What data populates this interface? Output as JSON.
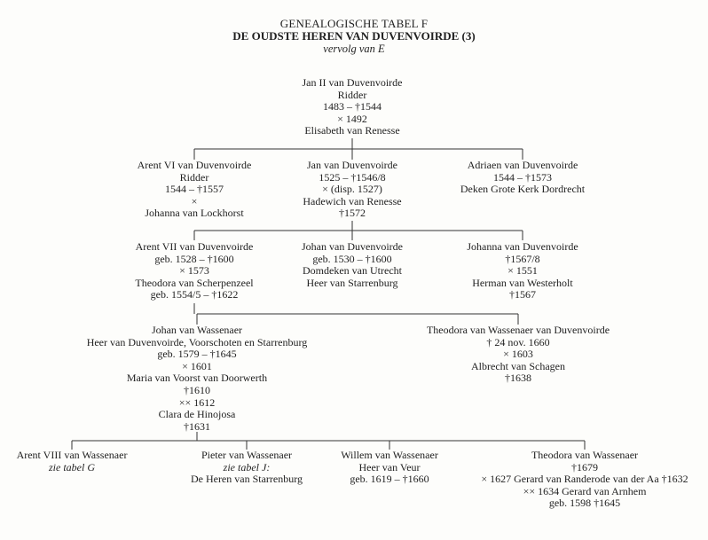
{
  "header": {
    "line1": "GENEALOGISCHE TABEL F",
    "line2": "DE OUDSTE HEREN VAN DUVENVOIRDE (3)",
    "line3": "vervolg van E"
  },
  "nodes": {
    "jan2": [
      "Jan II van Duvenvoirde",
      "Ridder",
      "1483 – †1544",
      "× 1492",
      "Elisabeth van Renesse"
    ],
    "arent6": [
      "Arent VI van Duvenvoirde",
      "Ridder",
      "1544 – †1557",
      "×",
      "Johanna van Lockhorst"
    ],
    "jan": [
      "Jan van Duvenvoirde",
      "1525 – †1546/8",
      "× (disp. 1527)",
      "Hadewich van Renesse",
      "†1572"
    ],
    "adriaen": [
      "Adriaen van Duvenvoirde",
      "1544 – †1573",
      "Deken Grote Kerk Dordrecht"
    ],
    "arent7": [
      "Arent VII van Duvenvoirde",
      "geb. 1528 – †1600",
      "× 1573",
      "Theodora van Scherpenzeel",
      "geb. 1554/5 – †1622"
    ],
    "johan_d": [
      "Johan van Duvenvoirde",
      "geb. 1530 – †1600",
      "Domdeken van Utrecht",
      "Heer van Starrenburg"
    ],
    "johanna": [
      "Johanna van Duvenvoirde",
      "†1567/8",
      "× 1551",
      "Herman van Westerholt",
      "†1567"
    ],
    "johan_w": [
      "Johan van Wassenaer",
      "Heer van Duvenvoirde, Voorschoten en Starrenburg",
      "geb. 1579 – †1645",
      "× 1601",
      "Maria van Voorst van Doorwerth",
      "†1610",
      "×× 1612",
      "Clara de Hinojosa",
      "†1631"
    ],
    "theodora_d": [
      "Theodora van Wassenaer van Duvenvoirde",
      "† 24 nov. 1660",
      "× 1603",
      "Albrecht van Schagen",
      "†1638"
    ],
    "arent8": [
      "Arent VIII van Wassenaer",
      "zie tabel G"
    ],
    "pieter": [
      "Pieter van Wassenaer",
      "zie tabel J:",
      "De Heren van Starrenburg"
    ],
    "willem": [
      "Willem van Wassenaer",
      "Heer van Veur",
      "geb. 1619 – †1660"
    ],
    "theodora_w": [
      "Theodora van Wassenaer",
      "†1679",
      "× 1627 Gerard van Randerode van der Aa †1632",
      "×× 1634 Gerard van Arnhem",
      "geb. 1598 †1645"
    ]
  }
}
